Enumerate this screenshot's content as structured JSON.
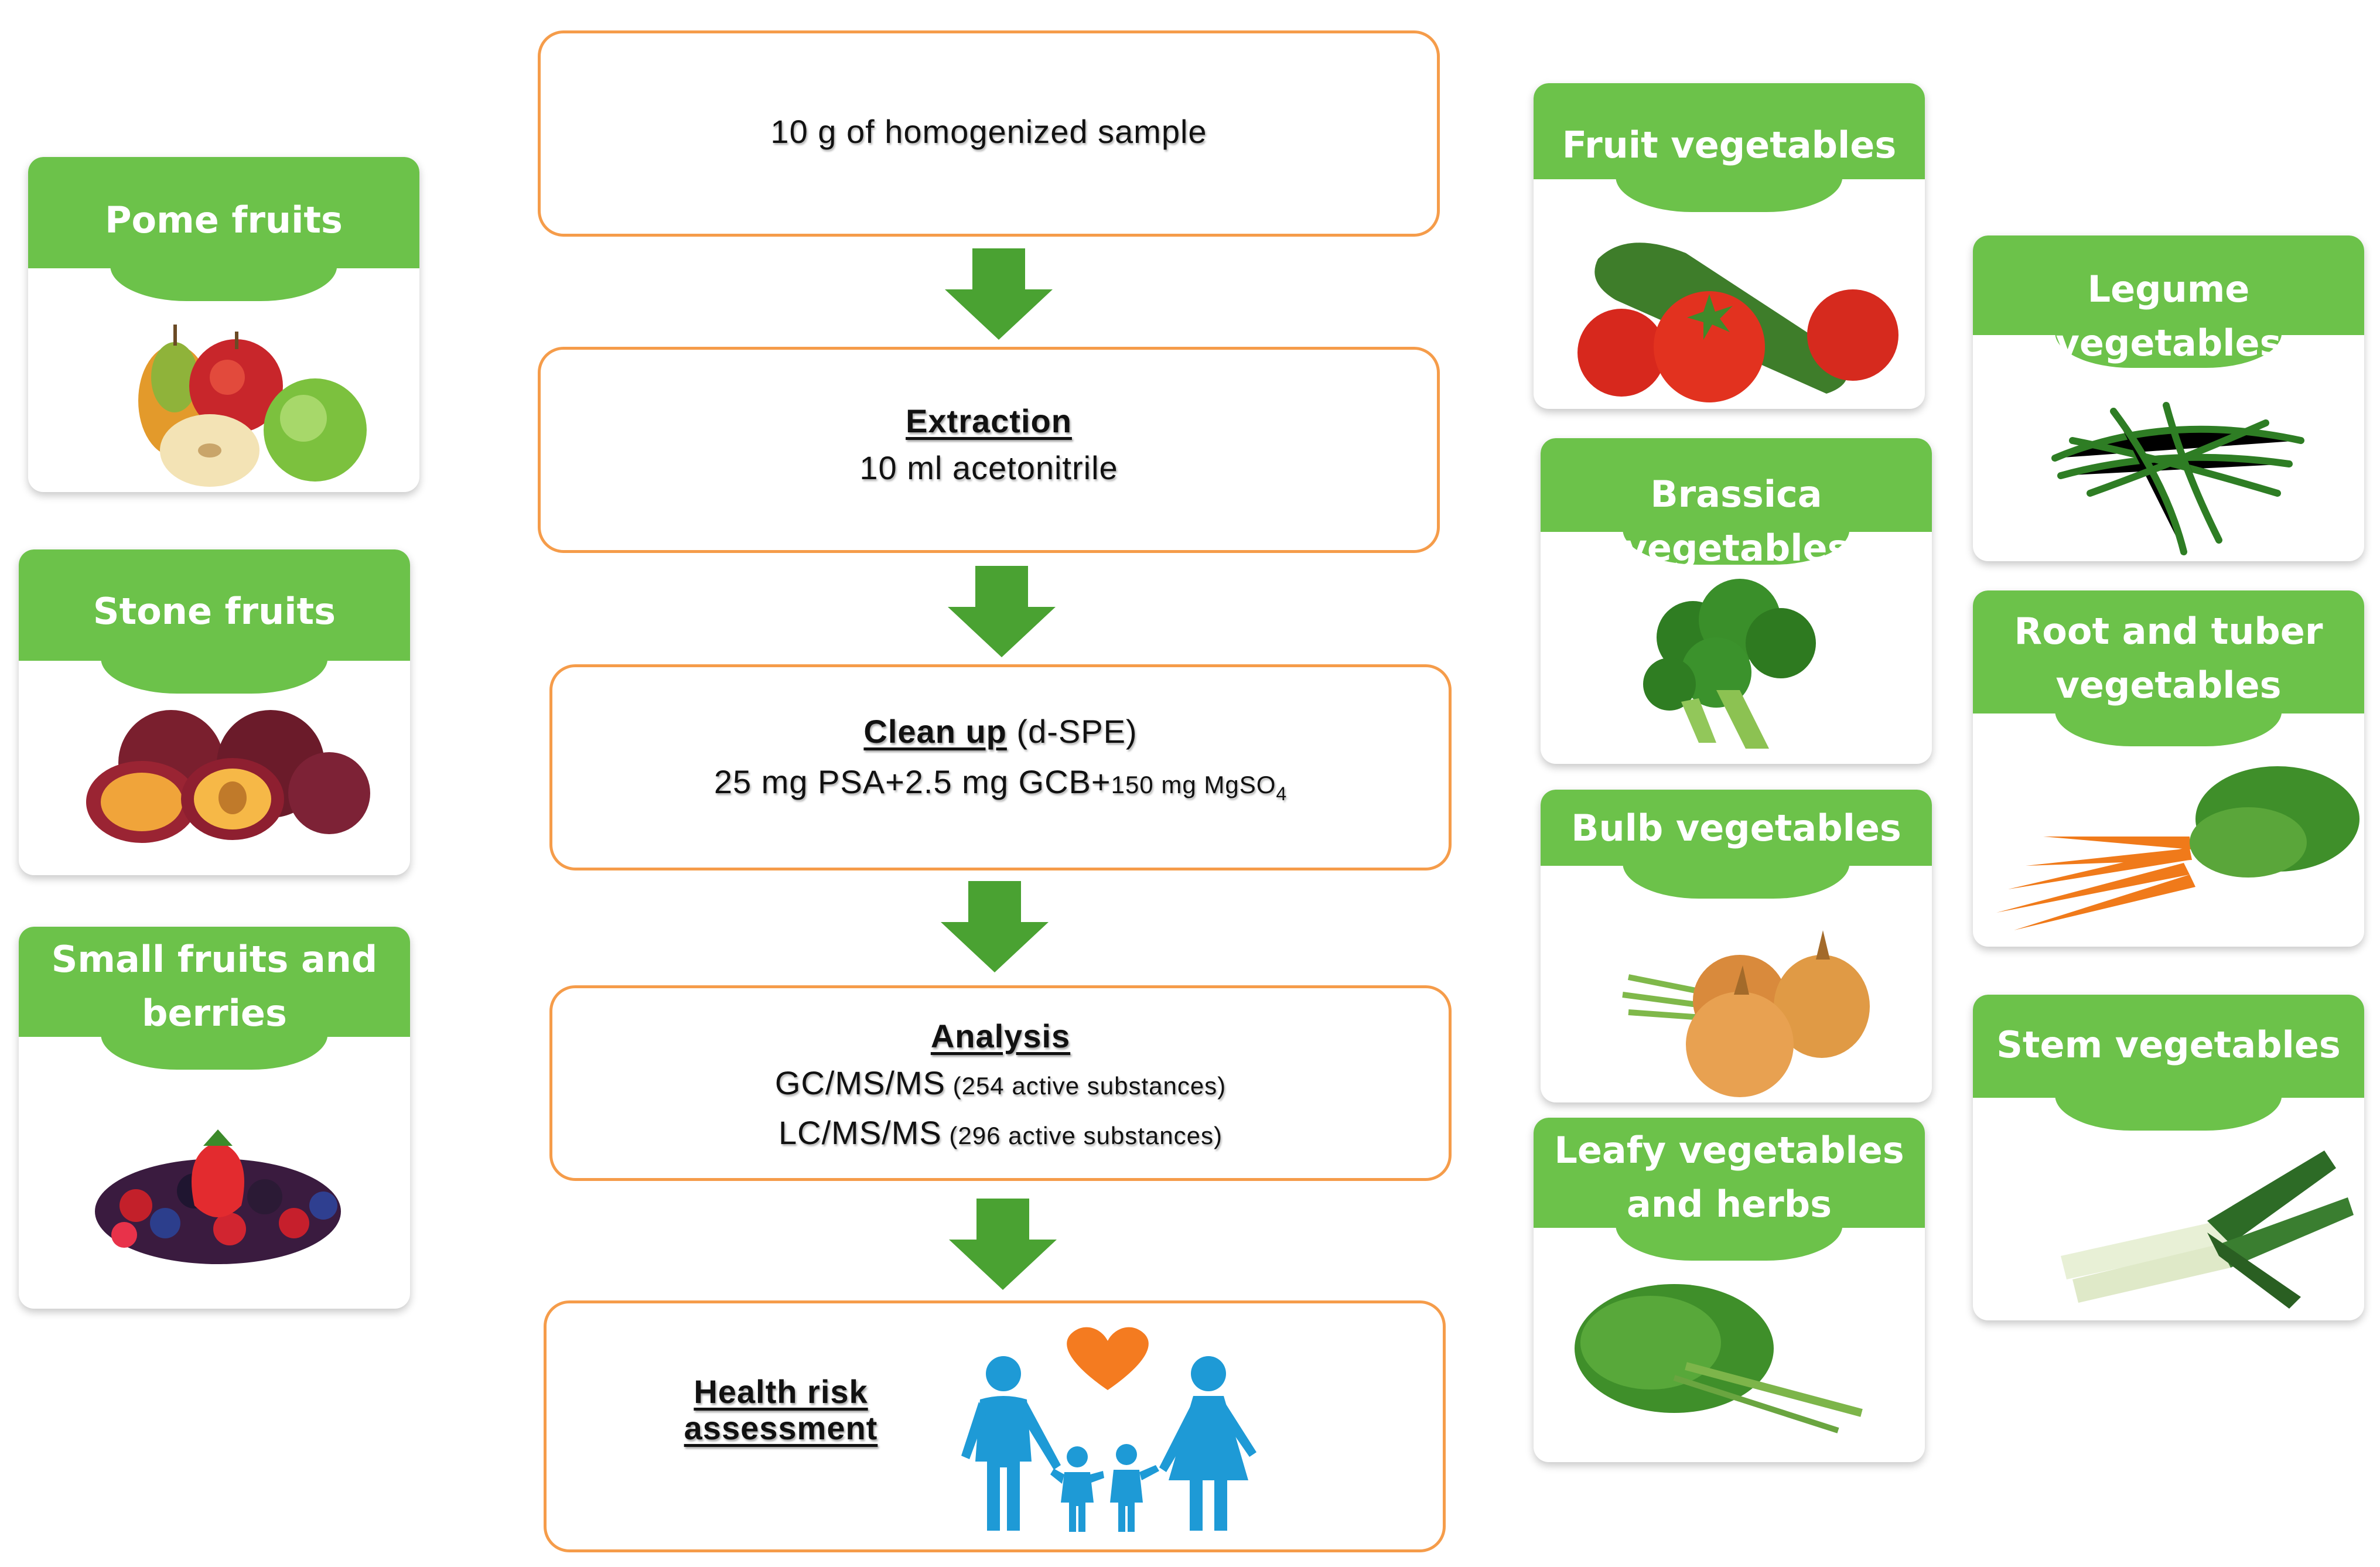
{
  "colors": {
    "card_header": "#6cc24a",
    "box_border": "#f59c4a",
    "arrow": "#4aa232",
    "family": "#1e9ad6",
    "heart": "#f47b20"
  },
  "process": {
    "sample": "10 g of homogenized sample",
    "extraction": {
      "title": "Extraction",
      "detail": "10 ml acetonitrile"
    },
    "cleanup": {
      "title": "Clean up",
      "title_suffix": " (d-SPE)",
      "detail_main": "25 mg PSA+2.5 mg GCB+",
      "detail_small": "150 mg MgSO",
      "detail_sub": "4"
    },
    "analysis": {
      "title": "Analysis",
      "gc_label": "GC/MS/MS",
      "gc_note": " (254 active substances)",
      "lc_label": "LC/MS/MS",
      "lc_note": " (296 active substances)"
    },
    "health": {
      "title_line1": "Health risk",
      "title_line2": "assessment",
      "icon": "family-heart-icon"
    }
  },
  "fruit_categories": [
    {
      "label": "Pome fruits",
      "icon": "pears-apples-image"
    },
    {
      "label": "Stone fruits",
      "icon": "plums-image"
    },
    {
      "label": "Small fruits and\nberries",
      "icon": "berries-image"
    }
  ],
  "vegetable_categories": [
    {
      "label": "Fruit vegetables",
      "icon": "cucumber-tomatoes-image"
    },
    {
      "label": "Brassica vegetables",
      "icon": "broccoli-image"
    },
    {
      "label": "Bulb vegetables",
      "icon": "onions-image"
    },
    {
      "label": "Leafy vegetables\nand herbs",
      "icon": "dill-image"
    },
    {
      "label": "Legume vegetables",
      "icon": "green-beans-image"
    },
    {
      "label": "Root and tuber\nvegetables",
      "icon": "carrots-image"
    },
    {
      "label": "Stem vegetables",
      "icon": "leek-image"
    }
  ]
}
